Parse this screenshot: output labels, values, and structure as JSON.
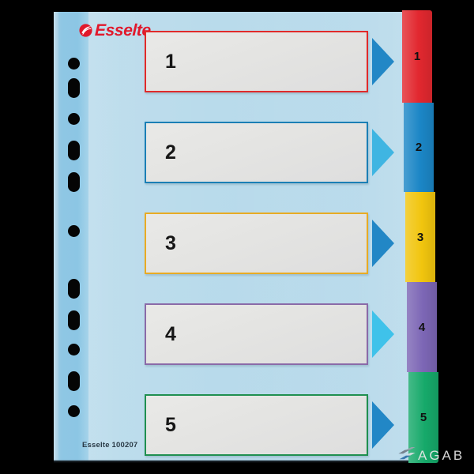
{
  "product": {
    "brand": "Esselte",
    "brand_logo_icon": "esselte-swirl-icon",
    "article_code": "Esselte 100207",
    "sheet_color": "#b9dbeb",
    "arrow_color": "#2090ce",
    "label_fill": "#e4e4e2"
  },
  "labels": [
    {
      "number": "1",
      "border_color": "#e02a2a",
      "arrow_color": "#2287c6"
    },
    {
      "number": "2",
      "border_color": "#1b7fb5",
      "arrow_color": "#3fb5e2"
    },
    {
      "number": "3",
      "border_color": "#e8ab24",
      "arrow_color": "#2287c6"
    },
    {
      "number": "4",
      "border_color": "#8a6aa8",
      "arrow_color": "#3fc2ea"
    },
    {
      "number": "5",
      "border_color": "#1f8f50",
      "arrow_color": "#2287c6"
    }
  ],
  "tabs": [
    {
      "number": "1",
      "color": "#e2282f"
    },
    {
      "number": "2",
      "color": "#1b86c6"
    },
    {
      "number": "3",
      "color": "#f1c50e"
    },
    {
      "number": "4",
      "color": "#7c66b5"
    },
    {
      "number": "5",
      "color": "#16a96a"
    }
  ],
  "punch_holes": [
    {
      "shape": "round"
    },
    {
      "shape": "oval"
    },
    {
      "shape": "round"
    },
    {
      "shape": "oval"
    },
    {
      "shape": "oval"
    },
    {
      "shape": "round"
    },
    {
      "shape": "oval"
    },
    {
      "shape": "oval"
    },
    {
      "shape": "round"
    },
    {
      "shape": "oval"
    },
    {
      "shape": "round"
    }
  ],
  "watermark": {
    "text": "AGAB",
    "icon": "agab-parallelogram-icon"
  }
}
